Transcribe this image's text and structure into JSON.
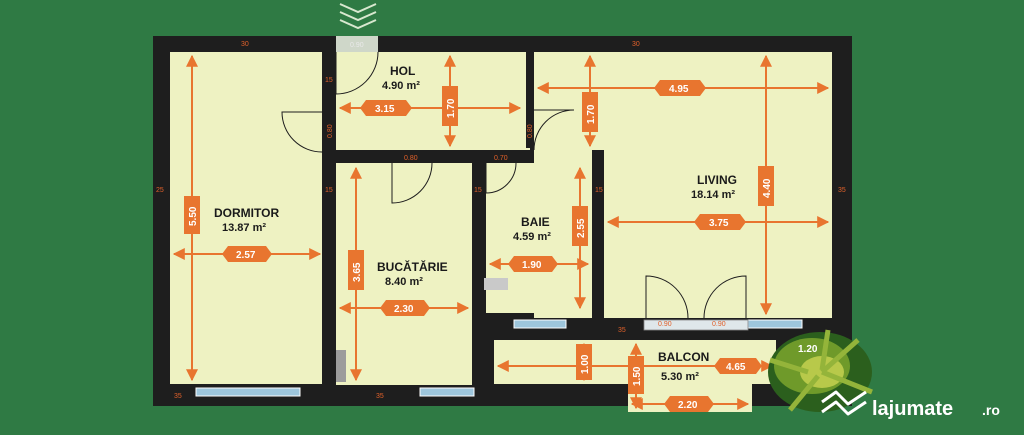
{
  "colors": {
    "background": "#2f7a44",
    "floor": "#eef2c2",
    "wall": "#1e1e1e",
    "dimension": "#e8752f",
    "window": "#9ec6dc"
  },
  "rooms": {
    "hol": {
      "name": "HOL",
      "area": "4.90 m²"
    },
    "dormitor": {
      "name": "DORMITOR",
      "area": "13.87 m²"
    },
    "bucatarie": {
      "name": "BUCĂTĂRIE",
      "area": "8.40 m²"
    },
    "baie": {
      "name": "BAIE",
      "area": "4.59 m²"
    },
    "living": {
      "name": "LIVING",
      "area": "18.14 m²"
    },
    "balcon": {
      "name": "BALCON",
      "area": "5.30 m²"
    }
  },
  "dimensions": {
    "dormitor_w": "2.57",
    "dormitor_h": "5.50",
    "hol_w": "3.15",
    "hol_h": "1.70",
    "bucatarie_w": "2.30",
    "bucatarie_h": "3.65",
    "baie_w": "1.90",
    "baie_h": "2.55",
    "living_top": "4.95",
    "living_w": "3.75",
    "living_h": "4.40",
    "living_h_small": "1.70",
    "balcon_h1": "1.00",
    "balcon_h2": "1.50",
    "balcon_w": "2.20",
    "balcon_w2": "4.65",
    "balcon_ext": "1.20"
  },
  "doors": {
    "entrance": "0.90",
    "hol_dormitor": "0.80",
    "bucatarie": "0.80",
    "baie": "0.70",
    "hol_living": "0.80",
    "balcon_left": "0.90",
    "balcon_right": "0.90"
  },
  "walls": {
    "w30a": "30",
    "w30b": "30",
    "w15a": "15",
    "w15b": "15",
    "w15c": "15",
    "w15d": "15",
    "w25": "25",
    "w35a": "35",
    "w35b": "35",
    "w35c": "35",
    "w35d": "35"
  },
  "watermark": {
    "brand": "lajumate",
    "tld": ".ro"
  }
}
